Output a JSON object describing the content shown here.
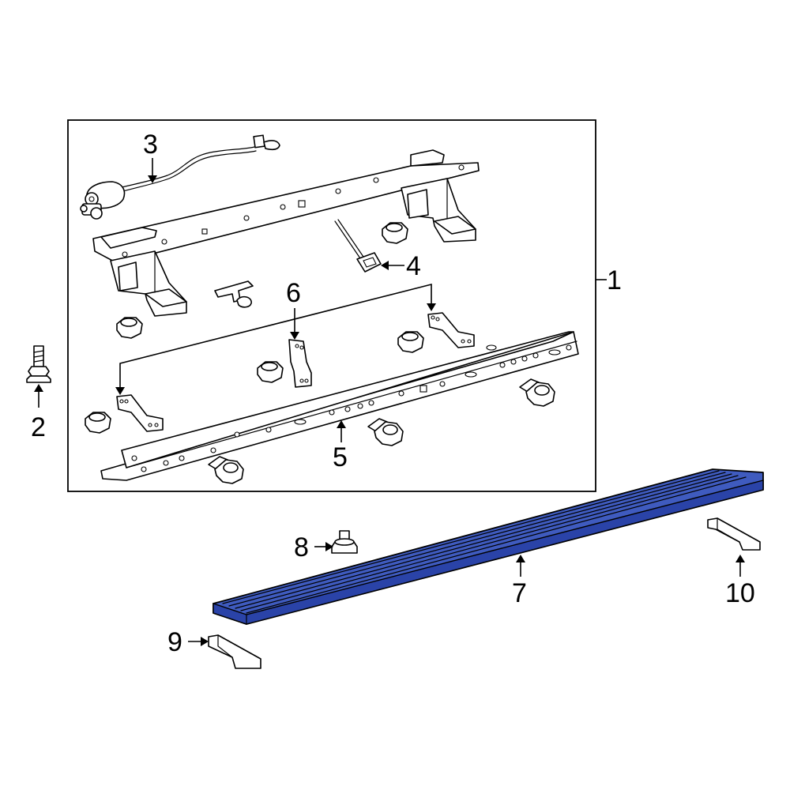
{
  "diagram": {
    "callouts": {
      "c1": "1",
      "c2": "2",
      "c3": "3",
      "c4": "4",
      "c5": "5",
      "c6": "6",
      "c7": "7",
      "c8": "8",
      "c9": "9",
      "c10": "10"
    },
    "colors": {
      "highlight": "#3f5bbf",
      "highlight_dark": "#1c2f86",
      "line": "#000000",
      "background": "#ffffff"
    }
  }
}
